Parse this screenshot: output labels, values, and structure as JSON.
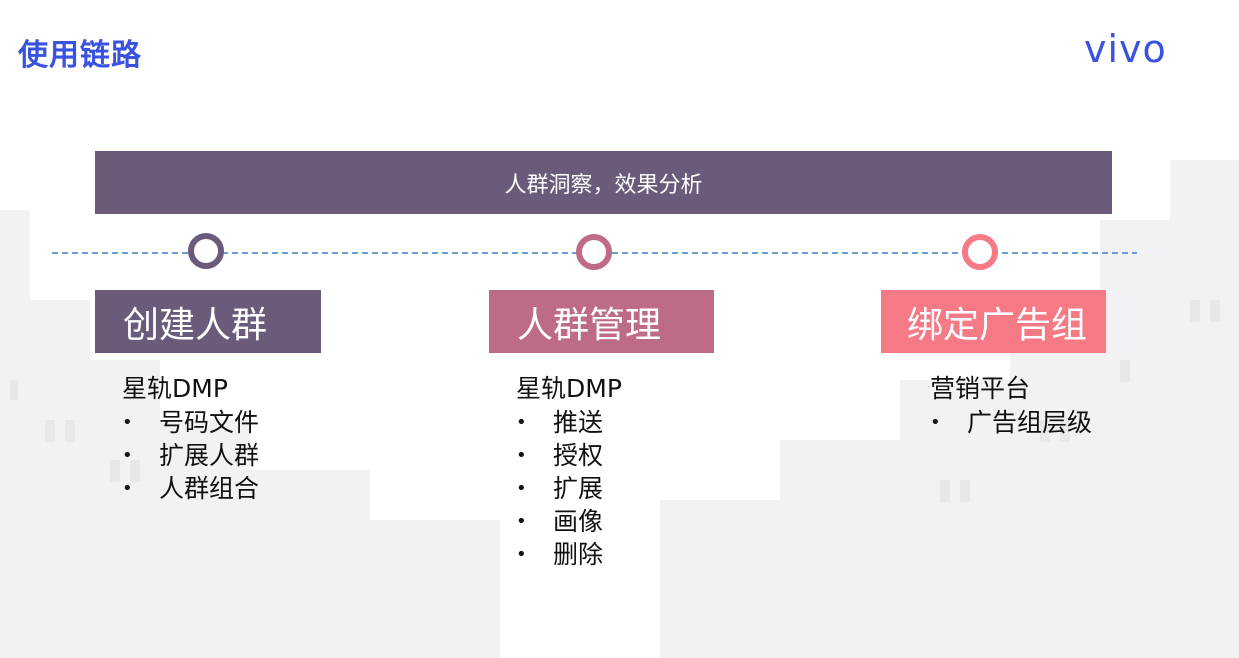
{
  "page": {
    "title": "使用链路",
    "logo": "vivo"
  },
  "banner": {
    "text": "人群洞察，效果分析"
  },
  "colors": {
    "title": "#3a52e0",
    "banner": "#6b5b7b",
    "stage_1": "#6b5b7b",
    "stage_2": "#be6b85",
    "stage_3": "#f57a86",
    "timeline": "#6a9ed6"
  },
  "stages": [
    {
      "title": "创建人群",
      "source": "星轨DMP",
      "items": [
        "号码文件",
        "扩展人群",
        "人群组合"
      ]
    },
    {
      "title": "人群管理",
      "source": "星轨DMP",
      "items": [
        "推送",
        "授权",
        "扩展",
        "画像",
        "删除"
      ]
    },
    {
      "title": "绑定广告组",
      "source": "营销平台",
      "items": [
        "广告组层级"
      ]
    }
  ]
}
